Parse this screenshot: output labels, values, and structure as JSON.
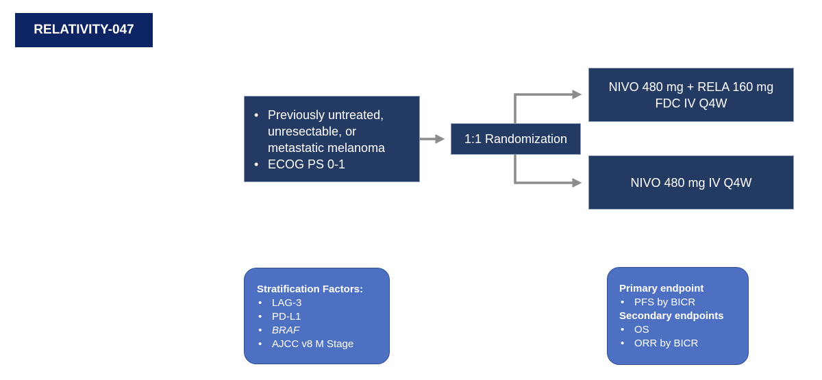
{
  "title": "RELATIVITY-047",
  "population": {
    "bullets": [
      "Previously untreated, unresectable, or metastatic melanoma",
      "ECOG PS 0-1"
    ]
  },
  "randomization": {
    "label": "1:1 Randomization"
  },
  "arms": [
    {
      "line1": "NIVO 480 mg + RELA 160 mg",
      "line2": "FDC IV Q4W"
    },
    {
      "line1": "NIVO 480 mg IV Q4W"
    }
  ],
  "stratification": {
    "header": "Stratification Factors:",
    "items": [
      "LAG-3",
      "PD-L1",
      "BRAF",
      "AJCC v8 M Stage"
    ]
  },
  "endpoints": {
    "primary_header": "Primary endpoint",
    "primary_items": [
      "PFS by BICR"
    ],
    "secondary_header": "Secondary endpoints",
    "secondary_items": [
      "OS",
      "ORR by BICR"
    ]
  },
  "colors": {
    "title_bg": "#0c2463",
    "dark_box": "#233a63",
    "blue_box": "#4e70c2",
    "arrow": "#8c8c8c"
  }
}
